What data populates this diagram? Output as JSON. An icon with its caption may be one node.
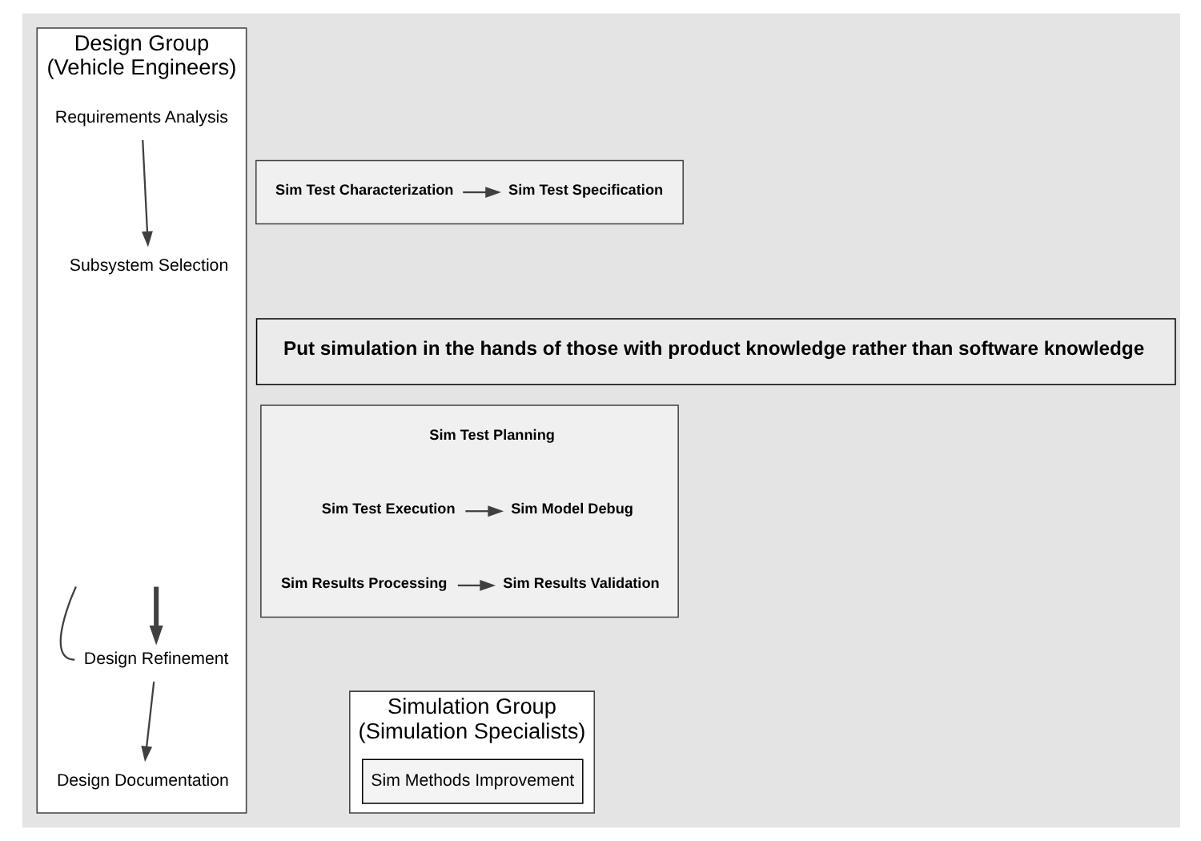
{
  "diagram": {
    "nodes": [
      {
        "text": [
          "Design Group",
          "(Vehicle Engineers)"
        ]
      },
      {
        "text": [
          "Simulation Group",
          "(Simulation Specialists)"
        ]
      },
      {
        "text": [
          "Requirements Analysis"
        ],
        "in": 0
      },
      {
        "text": [],
        "shape": "box"
      },
      {
        "text": [
          "Sim Test Specification"
        ],
        "in": 3
      },
      {
        "text": [
          "Sim Test Characterization"
        ],
        "in": 3
      },
      {
        "text": [
          "Subsystem Selection"
        ],
        "in": 0
      },
      {
        "text": [
          "Put simulation in the hands of those with product knowledge rather than software knowledge"
        ]
      },
      {
        "text": [],
        "shape": "box"
      },
      {
        "text": [
          "Sim Test Planning"
        ],
        "in": 8
      },
      {
        "text": [
          "Sim Test Execution"
        ],
        "in": 8
      },
      {
        "text": [
          "Sim Model Debug"
        ],
        "in": 8
      },
      {
        "text": [
          "Sim Results Processing"
        ],
        "in": 8
      },
      {
        "text": [
          "Sim Results Validation"
        ],
        "in": 8
      },
      {
        "text": [
          "Design Refinement"
        ],
        "in": 0
      },
      {
        "text": [
          "Design Documentation"
        ],
        "in": 0
      },
      {
        "text": [
          "Sim Methods Improvement"
        ],
        "in": 1
      }
    ],
    "edges": [
      {
        "from": 2,
        "to": 6,
        "arrow": "to"
      },
      {
        "from": 5,
        "to": 4,
        "arrow": "to"
      },
      {
        "from": null,
        "to": 14,
        "arrow": "none"
      },
      {
        "from": null,
        "to": 14,
        "arrow": "to",
        "style": "thick"
      },
      {
        "from": 14,
        "to": 15,
        "arrow": "to"
      },
      {
        "from": 10,
        "to": 11,
        "arrow": "to"
      },
      {
        "from": 12,
        "to": 13,
        "arrow": "to"
      }
    ]
  }
}
